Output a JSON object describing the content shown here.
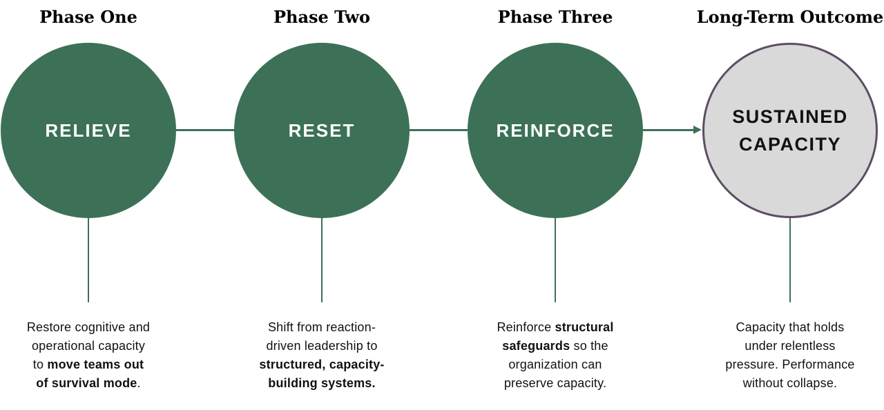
{
  "colors": {
    "green": "#3C7157",
    "gray_fill": "#D9D9D9",
    "purple_border": "#5C4D63",
    "text": "#111111",
    "white": "#FFFFFF"
  },
  "phases": [
    {
      "title": "Phase One",
      "label": "RELIEVE",
      "description": [
        {
          "text": "Restore cognitive and\noperational capacity\nto ",
          "bold": false
        },
        {
          "text": "move teams out\nof survival mode",
          "bold": true
        },
        {
          "text": ".",
          "bold": false
        }
      ]
    },
    {
      "title": "Phase Two",
      "label": "RESET",
      "description": [
        {
          "text": "Shift from reaction-\ndriven leadership to\n",
          "bold": false
        },
        {
          "text": "structured, capacity-\nbuilding systems.",
          "bold": true
        }
      ]
    },
    {
      "title": "Phase Three",
      "label": "REINFORCE",
      "description": [
        {
          "text": "Reinforce ",
          "bold": false
        },
        {
          "text": "structural\nsafeguards",
          "bold": true
        },
        {
          "text": " so the\norganization can\npreserve capacity.",
          "bold": false
        }
      ]
    },
    {
      "title": "Long-Term Outcome",
      "label": "SUSTAINED\nCAPACITY",
      "description": [
        {
          "text": "Capacity that holds\nunder relentless\npressure. Performance\nwithout collapse.",
          "bold": false
        }
      ]
    }
  ]
}
